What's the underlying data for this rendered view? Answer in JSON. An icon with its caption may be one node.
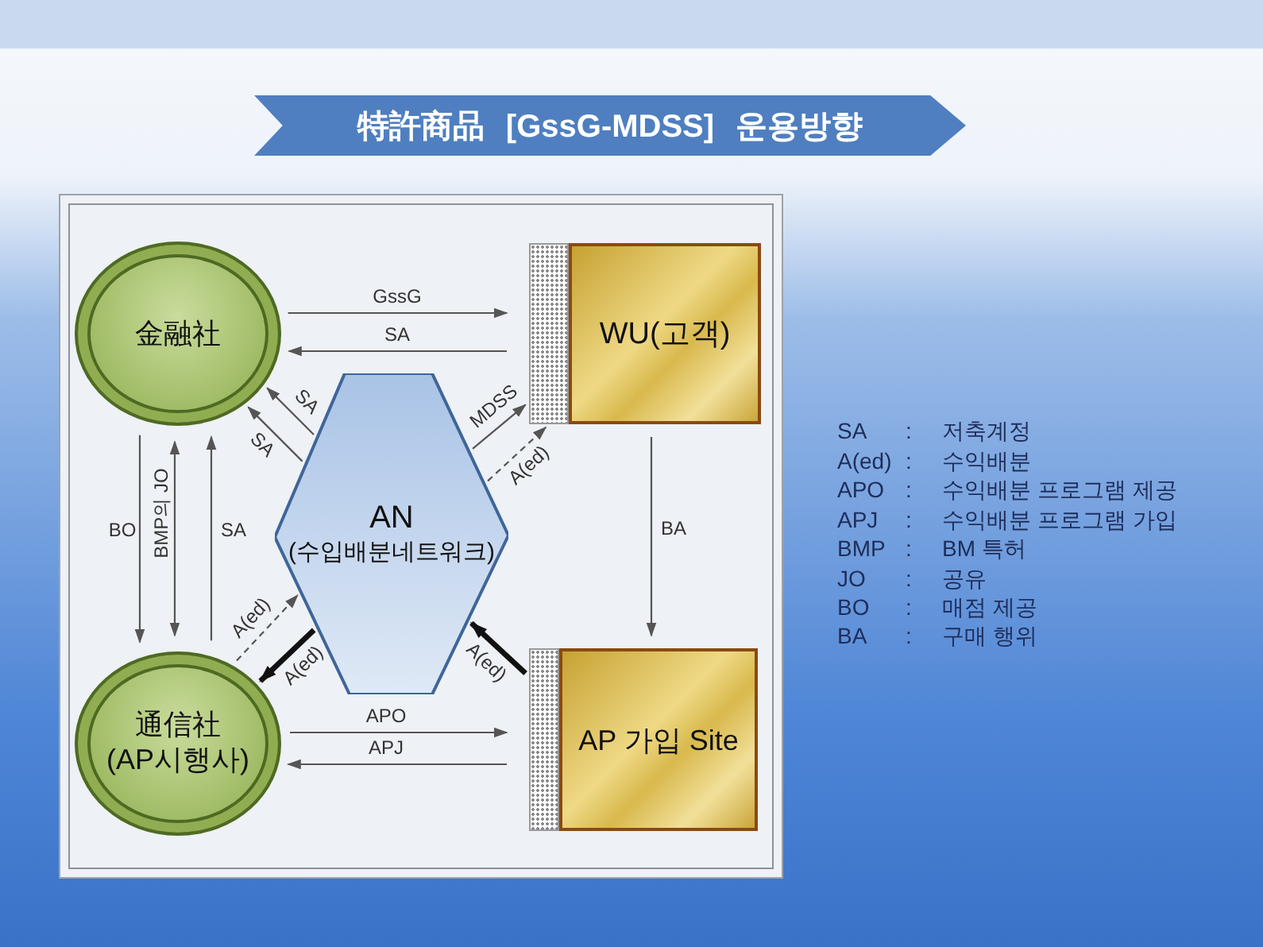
{
  "diagram": {
    "title": "特許商品 [GssG-MDSS] 운용방향",
    "nodes": [
      {
        "text": [
          "金融社"
        ]
      },
      {
        "text": [
          "WU(고객)"
        ]
      },
      {
        "text": [
          "AN",
          "(수입배분네트워크)"
        ]
      },
      {
        "text": [
          "通信社 (AP시행사)"
        ]
      },
      {
        "text": [
          "AP 가입 Site"
        ]
      }
    ],
    "edges": [
      {
        "from": 0,
        "to": 1,
        "arrow": "to",
        "label": "GssG"
      },
      {
        "from": 1,
        "to": 0,
        "arrow": "to",
        "label": "SA"
      },
      {
        "from": 2,
        "to": 0,
        "arrow": "to",
        "label": "SA"
      },
      {
        "from": 2,
        "to": 0,
        "arrow": "to",
        "label": "SA"
      },
      {
        "from": 0,
        "to": 3,
        "arrow": "to",
        "label": "BO"
      },
      {
        "from": 0,
        "to": 3,
        "arrow": "both",
        "label": "BMP의 JO"
      },
      {
        "from": 3,
        "to": 0,
        "arrow": "to",
        "label": "SA"
      },
      {
        "from": 3,
        "to": 2,
        "arrow": "to",
        "label": "A(ed)",
        "style": "dashed"
      },
      {
        "from": 2,
        "to": 3,
        "arrow": "to",
        "label": "A(ed)",
        "style": "thick"
      },
      {
        "from": 2,
        "to": 1,
        "arrow": "to",
        "label": "MDSS"
      },
      {
        "from": 2,
        "to": 1,
        "arrow": "to",
        "label": "A(ed)",
        "style": "dashed"
      },
      {
        "from": 4,
        "to": 2,
        "arrow": "to",
        "label": "A(ed)",
        "style": "thick"
      },
      {
        "from": 1,
        "to": 4,
        "arrow": "to",
        "label": "BA"
      },
      {
        "from": 3,
        "to": 4,
        "arrow": "to",
        "label": "APO"
      },
      {
        "from": 4,
        "to": 3,
        "arrow": "to",
        "label": "APJ"
      }
    ],
    "labels": [
      "SA",
      ":",
      "저축계정",
      "A(ed)",
      ":",
      "수익배분",
      "APO",
      ":",
      "수익배분 프로그램 제공",
      "APJ",
      ":",
      "수익배분 프로그램 가입",
      "BMP",
      ":",
      "BM 특허",
      "JO",
      ":",
      "공유",
      "BO",
      ":",
      "매점 제공",
      "BA",
      ":",
      "구매 행위"
    ]
  }
}
